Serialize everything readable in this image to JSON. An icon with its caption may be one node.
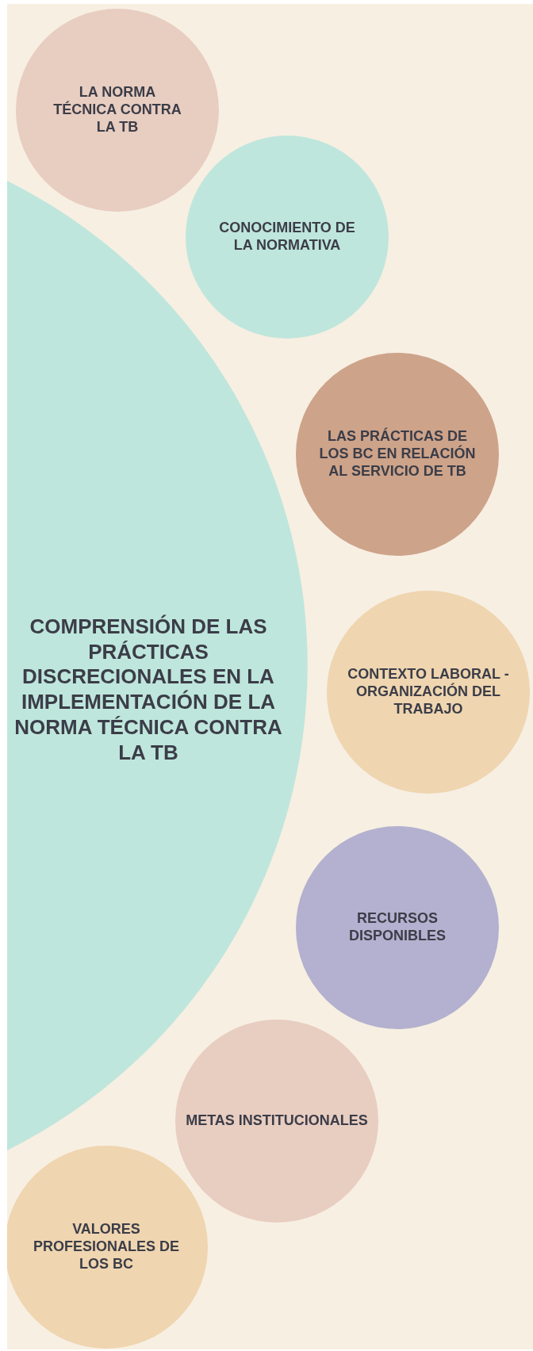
{
  "diagram": {
    "nodes": [
      {
        "text": [
          "COMPRENSIÓN DE LAS PRÁCTICAS DISCRECIONALES EN LA IMPLEMENTACIÓN DE LA NORMA TÉCNICA  CONTRA LA TB"
        ]
      },
      {
        "text": [
          "LA NORMA TÉCNICA CONTRA LA TB"
        ]
      },
      {
        "text": [
          "CONOCIMIENTO DE LA NORMATIVA"
        ]
      },
      {
        "text": [
          "LAS PRÁCTICAS DE LOS BC EN RELACIÓN AL SERVICIO DE TB"
        ]
      },
      {
        "text": [
          "CONTEXTO LABORAL - ORGANIZACIÓN DEL TRABAJO"
        ]
      },
      {
        "text": [
          "RECURSOS DISPONIBLES"
        ]
      },
      {
        "text": [
          "METAS INSTITUCIONALES"
        ]
      },
      {
        "text": [
          "VALORES PROFESIONALES DE LOS BC"
        ]
      }
    ]
  }
}
